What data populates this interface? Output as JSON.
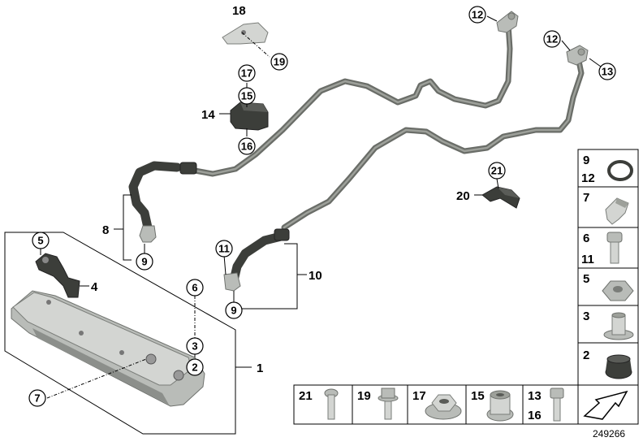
{
  "diagram_id": "249266",
  "callouts": {
    "c1": "1",
    "c2": "2",
    "c3": "3",
    "c4": "4",
    "c5": "5",
    "c6": "6",
    "c7": "7",
    "c8": "8",
    "c9a": "9",
    "c9b": "9",
    "c10": "10",
    "c11": "11",
    "c12a": "12",
    "c12b": "12",
    "c13": "13",
    "c14": "14",
    "c15": "15",
    "c16": "16",
    "c17": "17",
    "c18": "18",
    "c19": "19",
    "c20": "20",
    "c21": "21"
  },
  "side_panel": {
    "p1a": "9",
    "p1b": "12",
    "p2": "7",
    "p3a": "6",
    "p3b": "11",
    "p4": "5",
    "p5": "3",
    "p6": "2"
  },
  "bottom_panel": {
    "b1": "21",
    "b2": "19",
    "b3": "17",
    "b4": "15",
    "b5a": "13",
    "b5b": "16"
  }
}
